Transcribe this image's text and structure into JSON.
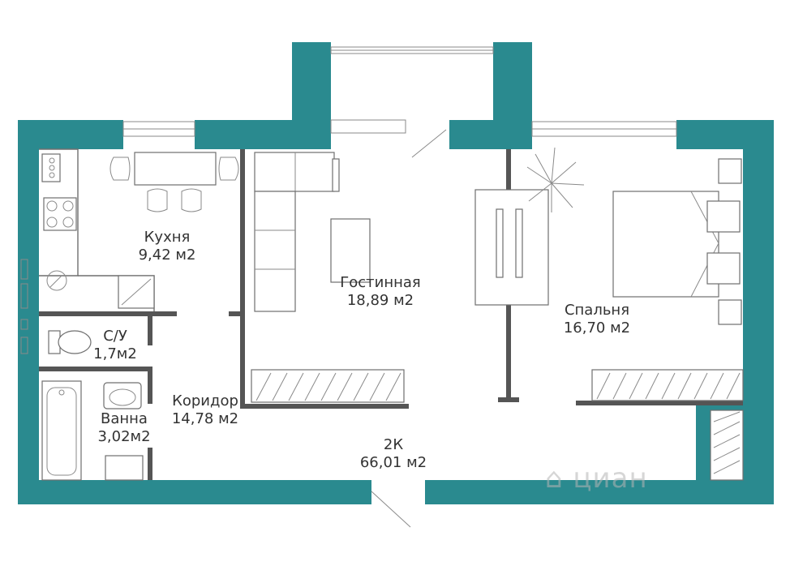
{
  "colors": {
    "wall": "#2a8a8f",
    "inner_wall": "#555555",
    "line": "#6f6f6f"
  },
  "rooms": [
    {
      "id": "kitchen",
      "name": "Кухня",
      "area": "9,42 м2"
    },
    {
      "id": "living",
      "name": "Гостинная",
      "area": "18,89 м2"
    },
    {
      "id": "bedroom",
      "name": "Спальня",
      "area": "16,70 м2"
    },
    {
      "id": "wc",
      "name": "С/У",
      "area": "1,7м2"
    },
    {
      "id": "bath",
      "name": "Ванна",
      "area": "3,02м2"
    },
    {
      "id": "corridor",
      "name": "Коридор",
      "area": "14,78 м2"
    }
  ],
  "total": {
    "name": "2К",
    "area": "66,01 м2"
  },
  "watermark": {
    "text": "циан",
    "icon": "cian-logo-icon"
  }
}
